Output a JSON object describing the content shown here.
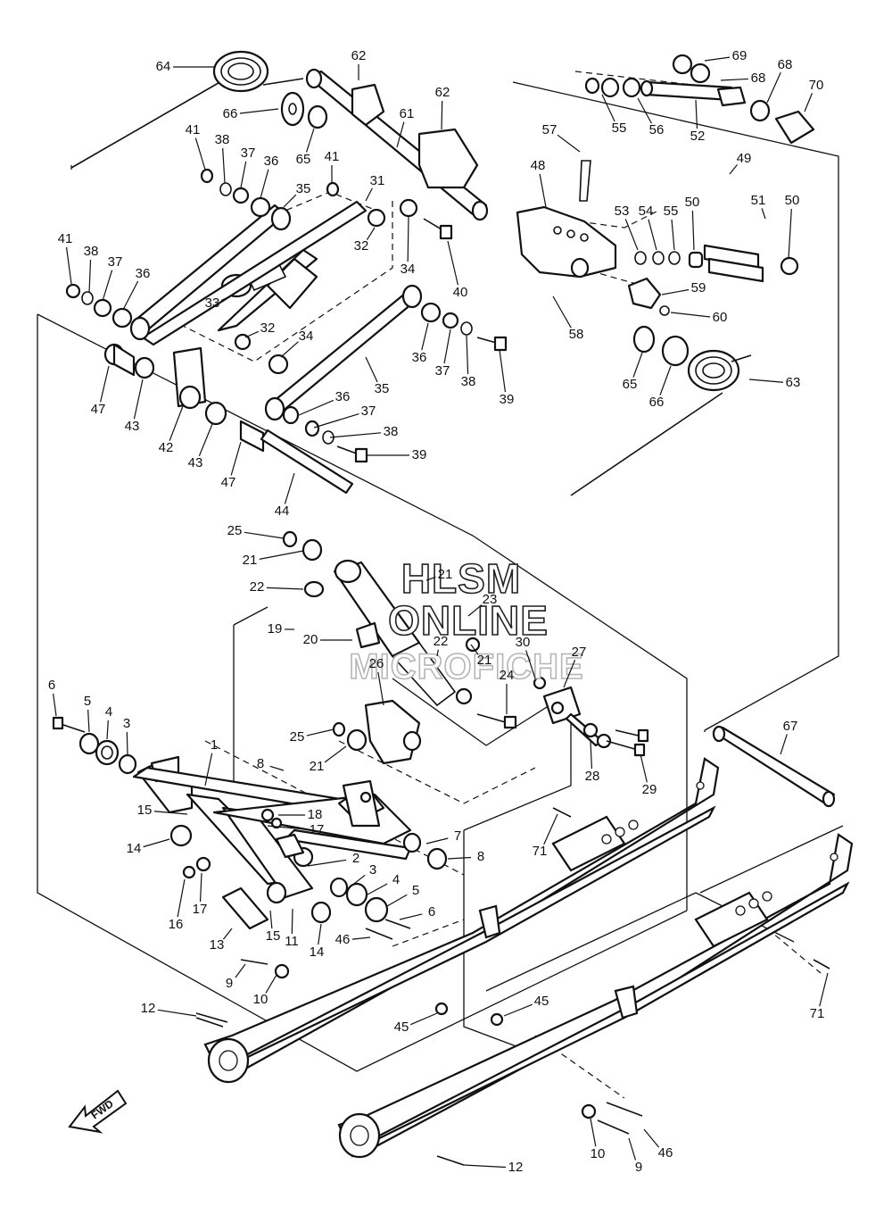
{
  "diagram": {
    "watermark": {
      "line1": "HLSM",
      "line2": "ONLINE",
      "line3": "MICROFICHE"
    },
    "direction_label": "FWD",
    "callouts": [
      {
        "id": "c64",
        "label": "64"
      },
      {
        "id": "c62",
        "label": "62"
      },
      {
        "id": "c69",
        "label": "69"
      },
      {
        "id": "c68a",
        "label": "68"
      },
      {
        "id": "c68b",
        "label": "68"
      },
      {
        "id": "c70",
        "label": "70"
      },
      {
        "id": "c66a",
        "label": "66"
      },
      {
        "id": "c65a",
        "label": "65"
      },
      {
        "id": "c61",
        "label": "61"
      },
      {
        "id": "c62b",
        "label": "62"
      },
      {
        "id": "c55a",
        "label": "55"
      },
      {
        "id": "c56",
        "label": "56"
      },
      {
        "id": "c52",
        "label": "52"
      },
      {
        "id": "c41a",
        "label": "41"
      },
      {
        "id": "c38a",
        "label": "38"
      },
      {
        "id": "c37a",
        "label": "37"
      },
      {
        "id": "c36a",
        "label": "36"
      },
      {
        "id": "c41b",
        "label": "41"
      },
      {
        "id": "c35a",
        "label": "35"
      },
      {
        "id": "c31",
        "label": "31"
      },
      {
        "id": "c57",
        "label": "57"
      },
      {
        "id": "c48",
        "label": "48"
      },
      {
        "id": "c49",
        "label": "49"
      },
      {
        "id": "c32a",
        "label": "32"
      },
      {
        "id": "c34a",
        "label": "34"
      },
      {
        "id": "c40",
        "label": "40"
      },
      {
        "id": "c53",
        "label": "53"
      },
      {
        "id": "c54",
        "label": "54"
      },
      {
        "id": "c55b",
        "label": "55"
      },
      {
        "id": "c50a",
        "label": "50"
      },
      {
        "id": "c51",
        "label": "51"
      },
      {
        "id": "c50b",
        "label": "50"
      },
      {
        "id": "c41c",
        "label": "41"
      },
      {
        "id": "c38b",
        "label": "38"
      },
      {
        "id": "c37b",
        "label": "37"
      },
      {
        "id": "c36b",
        "label": "36"
      },
      {
        "id": "c33",
        "label": "33"
      },
      {
        "id": "c59",
        "label": "59"
      },
      {
        "id": "c60",
        "label": "60"
      },
      {
        "id": "c58",
        "label": "58"
      },
      {
        "id": "c32b",
        "label": "32"
      },
      {
        "id": "c34b",
        "label": "34"
      },
      {
        "id": "c36c",
        "label": "36"
      },
      {
        "id": "c37c",
        "label": "37"
      },
      {
        "id": "c38c",
        "label": "38"
      },
      {
        "id": "c39a",
        "label": "39"
      },
      {
        "id": "c65b",
        "label": "65"
      },
      {
        "id": "c66b",
        "label": "66"
      },
      {
        "id": "c63",
        "label": "63"
      },
      {
        "id": "c35b",
        "label": "35"
      },
      {
        "id": "c47a",
        "label": "47"
      },
      {
        "id": "c43a",
        "label": "43"
      },
      {
        "id": "c42",
        "label": "42"
      },
      {
        "id": "c36d",
        "label": "36"
      },
      {
        "id": "c37d",
        "label": "37"
      },
      {
        "id": "c38d",
        "label": "38"
      },
      {
        "id": "c39b",
        "label": "39"
      },
      {
        "id": "c43b",
        "label": "43"
      },
      {
        "id": "c47b",
        "label": "47"
      },
      {
        "id": "c44",
        "label": "44"
      },
      {
        "id": "c25a",
        "label": "25"
      },
      {
        "id": "c21a",
        "label": "21"
      },
      {
        "id": "c22a",
        "label": "22"
      },
      {
        "id": "c21b",
        "label": "21"
      },
      {
        "id": "c23",
        "label": "23"
      },
      {
        "id": "c19",
        "label": "19"
      },
      {
        "id": "c20",
        "label": "20"
      },
      {
        "id": "c22b",
        "label": "22"
      },
      {
        "id": "c30",
        "label": "30"
      },
      {
        "id": "c27",
        "label": "27"
      },
      {
        "id": "c21c",
        "label": "21"
      },
      {
        "id": "c26",
        "label": "26"
      },
      {
        "id": "c24",
        "label": "24"
      },
      {
        "id": "c6a",
        "label": "6"
      },
      {
        "id": "c5a",
        "label": "5"
      },
      {
        "id": "c4a",
        "label": "4"
      },
      {
        "id": "c3a",
        "label": "3"
      },
      {
        "id": "c25b",
        "label": "25"
      },
      {
        "id": "c21d",
        "label": "21"
      },
      {
        "id": "c67",
        "label": "67"
      },
      {
        "id": "c1",
        "label": "1"
      },
      {
        "id": "c8a",
        "label": "8"
      },
      {
        "id": "c28",
        "label": "28"
      },
      {
        "id": "c29",
        "label": "29"
      },
      {
        "id": "c15a",
        "label": "15"
      },
      {
        "id": "c18",
        "label": "18"
      },
      {
        "id": "c17a",
        "label": "17"
      },
      {
        "id": "c7",
        "label": "7"
      },
      {
        "id": "c14a",
        "label": "14"
      },
      {
        "id": "c8b",
        "label": "8"
      },
      {
        "id": "c71a",
        "label": "71"
      },
      {
        "id": "c2",
        "label": "2"
      },
      {
        "id": "c3b",
        "label": "3"
      },
      {
        "id": "c4b",
        "label": "4"
      },
      {
        "id": "c5b",
        "label": "5"
      },
      {
        "id": "c6b",
        "label": "6"
      },
      {
        "id": "c16",
        "label": "16"
      },
      {
        "id": "c17b",
        "label": "17"
      },
      {
        "id": "c13",
        "label": "13"
      },
      {
        "id": "c15b",
        "label": "15"
      },
      {
        "id": "c11",
        "label": "11"
      },
      {
        "id": "c14b",
        "label": "14"
      },
      {
        "id": "c46a",
        "label": "46"
      },
      {
        "id": "c9a",
        "label": "9"
      },
      {
        "id": "c10a",
        "label": "10"
      },
      {
        "id": "c71b",
        "label": "71"
      },
      {
        "id": "c12a",
        "label": "12"
      },
      {
        "id": "c45a",
        "label": "45"
      },
      {
        "id": "c45b",
        "label": "45"
      },
      {
        "id": "c10b",
        "label": "10"
      },
      {
        "id": "c46b",
        "label": "46"
      },
      {
        "id": "c9b",
        "label": "9"
      },
      {
        "id": "c12b",
        "label": "12"
      }
    ]
  }
}
